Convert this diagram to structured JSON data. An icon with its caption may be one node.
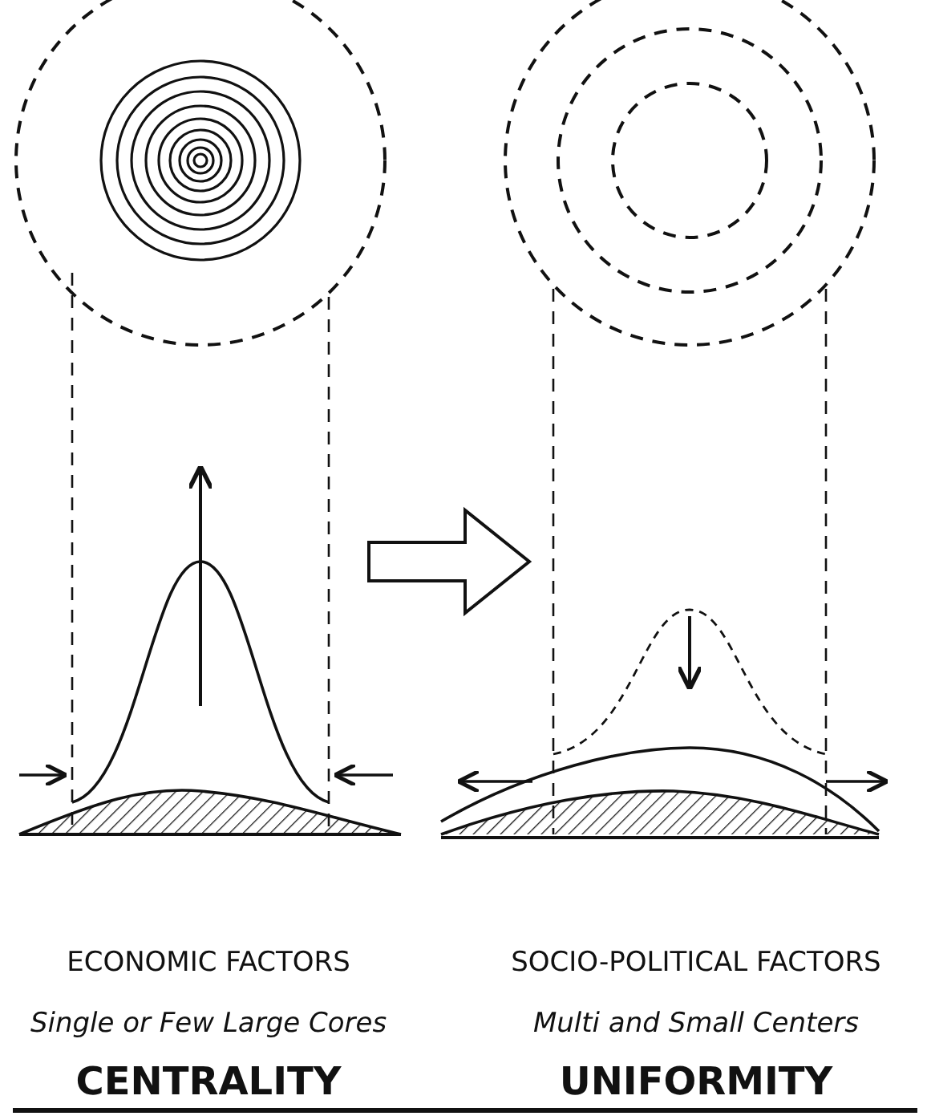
{
  "diagram": {
    "labels": [
      "ECONOMIC FACTORS",
      "SOCIO-POLITICAL FACTORS",
      "Single or Few Large Cores",
      "Multi and Small Centers",
      "CENTRALITY",
      "UNIFORMITY"
    ]
  }
}
